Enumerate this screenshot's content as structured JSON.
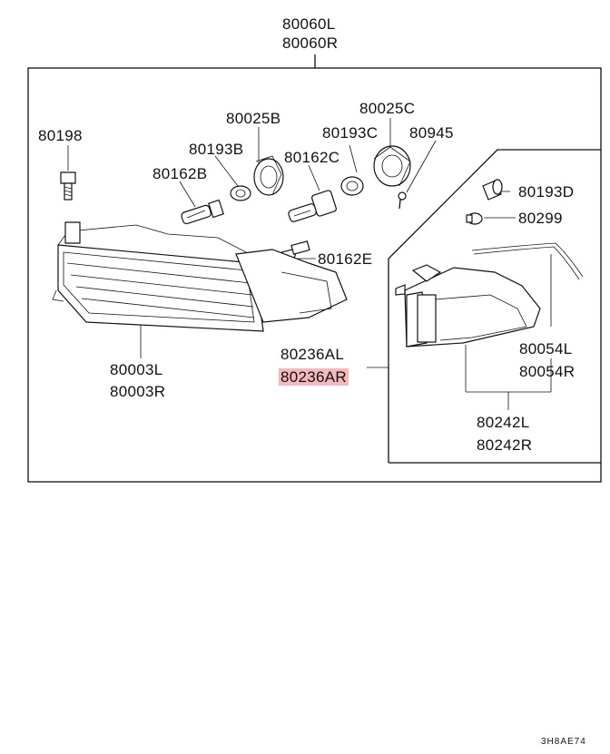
{
  "labels": {
    "assy_l": "80060L",
    "assy_r": "80060R",
    "p80198": "80198",
    "p80025b": "80025B",
    "p80193b": "80193B",
    "p80162b": "80162B",
    "p80025c": "80025C",
    "p80193c": "80193C",
    "p80945": "80945",
    "p80162c": "80162C",
    "p80193d": "80193D",
    "p80299": "80299",
    "p80162e": "80162E",
    "p80236al": "80236AL",
    "p80236ar": "80236AR",
    "p80003l": "80003L",
    "p80003r": "80003R",
    "p80054l": "80054L",
    "p80054r": "80054R",
    "p80242l": "80242L",
    "p80242r": "80242R"
  },
  "diagram_code": "3H8AE74",
  "highlight_color": "#f4b8bd"
}
